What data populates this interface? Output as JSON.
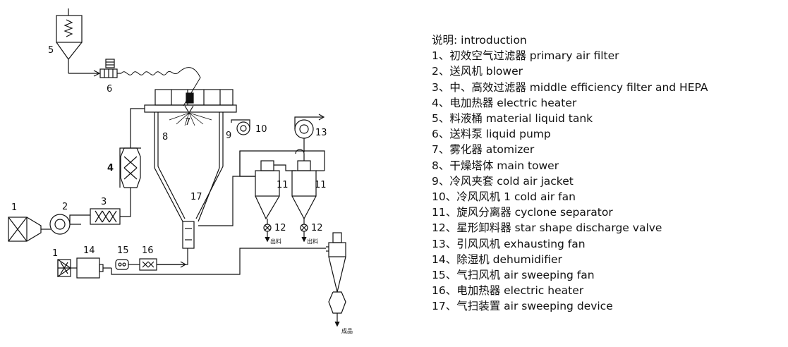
{
  "legend": {
    "title": "说明: introduction",
    "items": [
      "1、初效空气过滤器  primary air filter",
      "2、送风机   blower",
      "3、中、高效过滤器  middle efficiency filter and HEPA",
      "4、电加热器  electric heater",
      "5、料液桶    material liquid tank",
      "6、送料泵   liquid pump",
      "7、雾化器       atomizer",
      "8、干燥塔体   main tower",
      "9、冷风夹套       cold air jacket",
      "10、冷风风机 1   cold air fan",
      "11、旋风分离器       cyclone separator",
      "12、星形卸料器  star shape discharge valve",
      "13、引风风机        exhausting fan",
      "14、除湿机    dehumidifier",
      "15、气扫风机   air sweeping fan",
      "16、电加热器   electric heater",
      "17、气扫装置   air sweeping device"
    ]
  },
  "diagram": {
    "labels": {
      "n1": "1",
      "n1b": "1",
      "n2": "2",
      "n3": "3",
      "n4": "4",
      "n5": "5",
      "n6": "6",
      "n7": "7",
      "n8": "8",
      "n9": "9",
      "n10": "10",
      "n11a": "11",
      "n11b": "11",
      "n12a": "12",
      "n12b": "12",
      "n13": "13",
      "n14": "14",
      "n15": "15",
      "n16": "16",
      "n17": "17"
    },
    "outlet_a": "出料",
    "outlet_b": "出料",
    "product": "成品"
  }
}
